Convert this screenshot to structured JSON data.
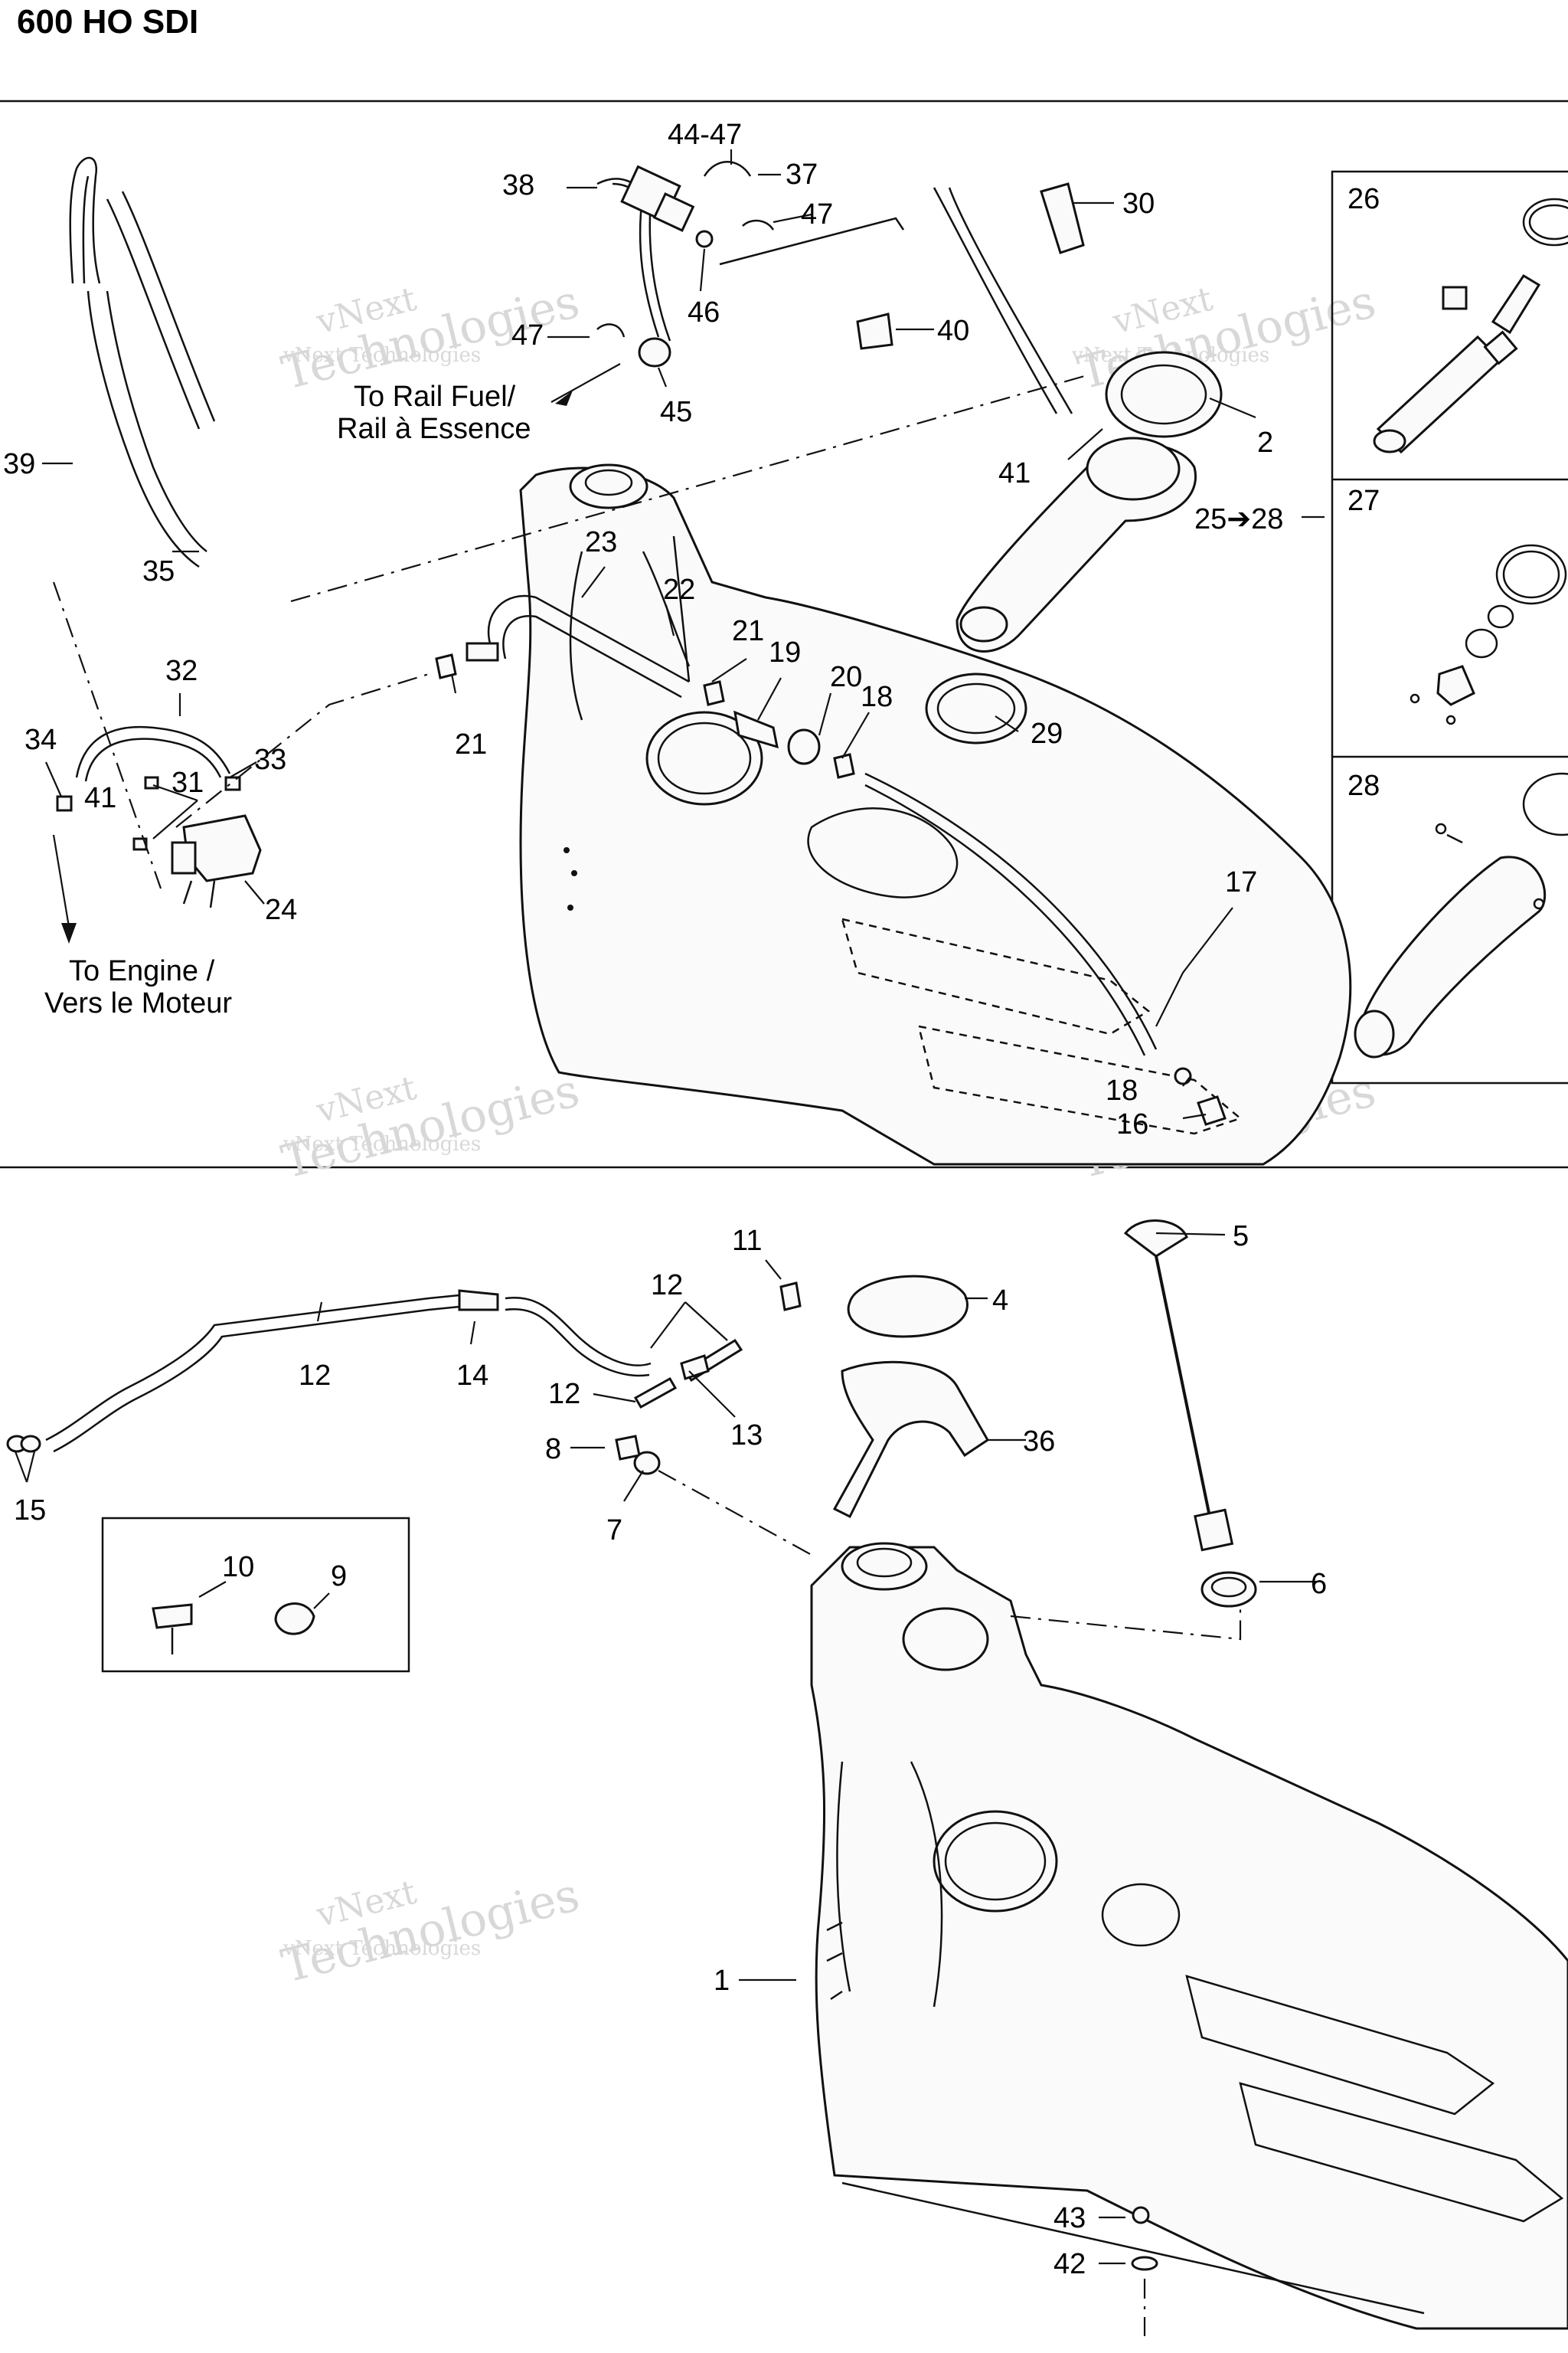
{
  "header": {
    "title": "600 HO SDI"
  },
  "notes": {
    "to_rail_line1": "To Rail Fuel/",
    "to_rail_line2": "Rail à Essence",
    "to_engine_line1": "To Engine /",
    "to_engine_line2": "Vers le Moteur"
  },
  "watermark": {
    "line1": "vNext",
    "line2": "vNext Technologies",
    "line3": "Technologies"
  },
  "callouts": {
    "c44_47": "44-47",
    "c38": "38",
    "c37": "37",
    "c47a": "47",
    "c30": "30",
    "c46": "46",
    "c47b": "47",
    "c40": "40",
    "c45": "45",
    "c2": "2",
    "c39": "39",
    "c35": "35",
    "c41a": "41",
    "c25_28": "25➔28",
    "c23": "23",
    "c22": "22",
    "c21a": "21",
    "c19": "19",
    "c20": "20",
    "c18a": "18",
    "c29": "29",
    "c32": "32",
    "c34": "34",
    "c33": "33",
    "c31": "31",
    "c41b": "41",
    "c21b": "21",
    "c24": "24",
    "c17": "17",
    "c18b": "18",
    "c16": "16",
    "c26": "26",
    "c27": "27",
    "c28": "28",
    "c11": "11",
    "c5": "5",
    "c12a": "12",
    "c4": "4",
    "c12b": "12",
    "c14": "14",
    "c13": "13",
    "c12c": "12",
    "c36": "36",
    "c8": "8",
    "c7": "7",
    "c15": "15",
    "c10": "10",
    "c9": "9",
    "c6": "6",
    "c1": "1",
    "c43": "43",
    "c42": "42"
  }
}
